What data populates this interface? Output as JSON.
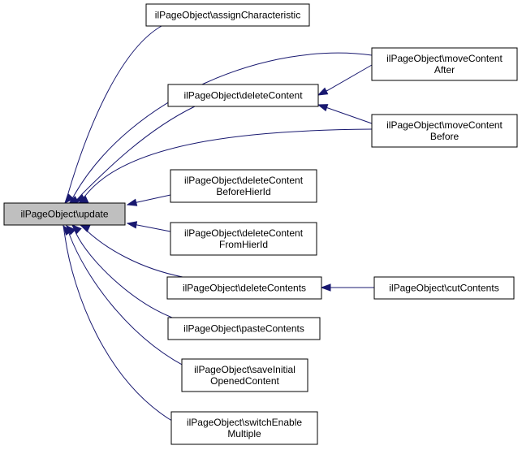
{
  "diagram": {
    "type": "call-graph",
    "colors": {
      "edge": "#191970",
      "root_fill": "#bfbfbf",
      "node_fill": "#ffffff",
      "node_stroke": "#000000"
    },
    "nodes": [
      {
        "id": "update",
        "lines": [
          "ilPageObject\\update"
        ],
        "root": true
      },
      {
        "id": "assignCharacteristic",
        "lines": [
          "ilPageObject\\assignCharacteristic"
        ]
      },
      {
        "id": "deleteContent",
        "lines": [
          "ilPageObject\\deleteContent"
        ]
      },
      {
        "id": "moveContentAfter",
        "lines": [
          "ilPageObject\\moveContent",
          "After"
        ]
      },
      {
        "id": "moveContentBefore",
        "lines": [
          "ilPageObject\\moveContent",
          "Before"
        ]
      },
      {
        "id": "deleteContentBeforeHierId",
        "lines": [
          "ilPageObject\\deleteContent",
          "BeforeHierId"
        ]
      },
      {
        "id": "deleteContentFromHierId",
        "lines": [
          "ilPageObject\\deleteContent",
          "FromHierId"
        ]
      },
      {
        "id": "deleteContents",
        "lines": [
          "ilPageObject\\deleteContents"
        ]
      },
      {
        "id": "cutContents",
        "lines": [
          "ilPageObject\\cutContents"
        ]
      },
      {
        "id": "pasteContents",
        "lines": [
          "ilPageObject\\pasteContents"
        ]
      },
      {
        "id": "saveInitialOpenedContent",
        "lines": [
          "ilPageObject\\saveInitial",
          "OpenedContent"
        ]
      },
      {
        "id": "switchEnableMultiple",
        "lines": [
          "ilPageObject\\switchEnable",
          "Multiple"
        ]
      }
    ],
    "edges": [
      {
        "from": "assignCharacteristic",
        "to": "update"
      },
      {
        "from": "moveContentAfter",
        "to": "update"
      },
      {
        "from": "moveContentAfter",
        "to": "deleteContent"
      },
      {
        "from": "deleteContent",
        "to": "update"
      },
      {
        "from": "moveContentBefore",
        "to": "deleteContent"
      },
      {
        "from": "moveContentBefore",
        "to": "update"
      },
      {
        "from": "deleteContentBeforeHierId",
        "to": "update"
      },
      {
        "from": "deleteContentFromHierId",
        "to": "update"
      },
      {
        "from": "deleteContents",
        "to": "update"
      },
      {
        "from": "cutContents",
        "to": "deleteContents"
      },
      {
        "from": "pasteContents",
        "to": "update"
      },
      {
        "from": "saveInitialOpenedContent",
        "to": "update"
      },
      {
        "from": "switchEnableMultiple",
        "to": "update"
      }
    ]
  }
}
